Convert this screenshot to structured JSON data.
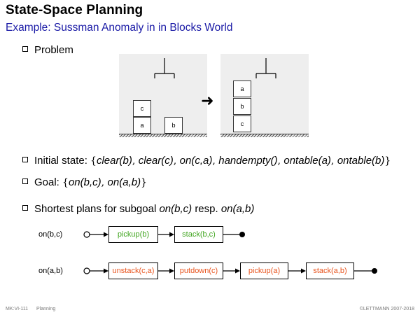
{
  "slide": {
    "title": "State-Space Planning",
    "subtitle": "Example: Sussman Anomaly in in Blocks World"
  },
  "bullets": {
    "problem": "Problem",
    "initial_prefix": "Initial state: ",
    "initial_state": [
      "clear(b)",
      "clear(c)",
      "on(c,a)",
      "handempty()",
      "ontable(a)",
      "ontable(b)"
    ],
    "goal_prefix": "Goal: ",
    "goal": [
      "on(b,c)",
      "on(a,b)"
    ],
    "plans_text": "Shortest plans for subgoal",
    "plans_resp": "resp."
  },
  "blocks_world": {
    "initial": {
      "stack_left": [
        "a",
        "c"
      ],
      "stack_right": [
        "b"
      ]
    },
    "goal": {
      "stack": [
        "c",
        "b",
        "a"
      ]
    },
    "arrow": "➜"
  },
  "plans": [
    {
      "label": "on(b,c)",
      "color": "#43a622",
      "actions": [
        "pickup(b)",
        "stack(b,c)"
      ]
    },
    {
      "label": "on(a,b)",
      "color": "#e8541e",
      "actions": [
        "unstack(c,a)",
        "putdown(c)",
        "pickup(a)",
        "stack(a,b)"
      ]
    }
  ],
  "footer": {
    "left_code": "MK:VI-111",
    "left_topic": "Planning",
    "right": "©LETTMANN 2007-2018"
  }
}
